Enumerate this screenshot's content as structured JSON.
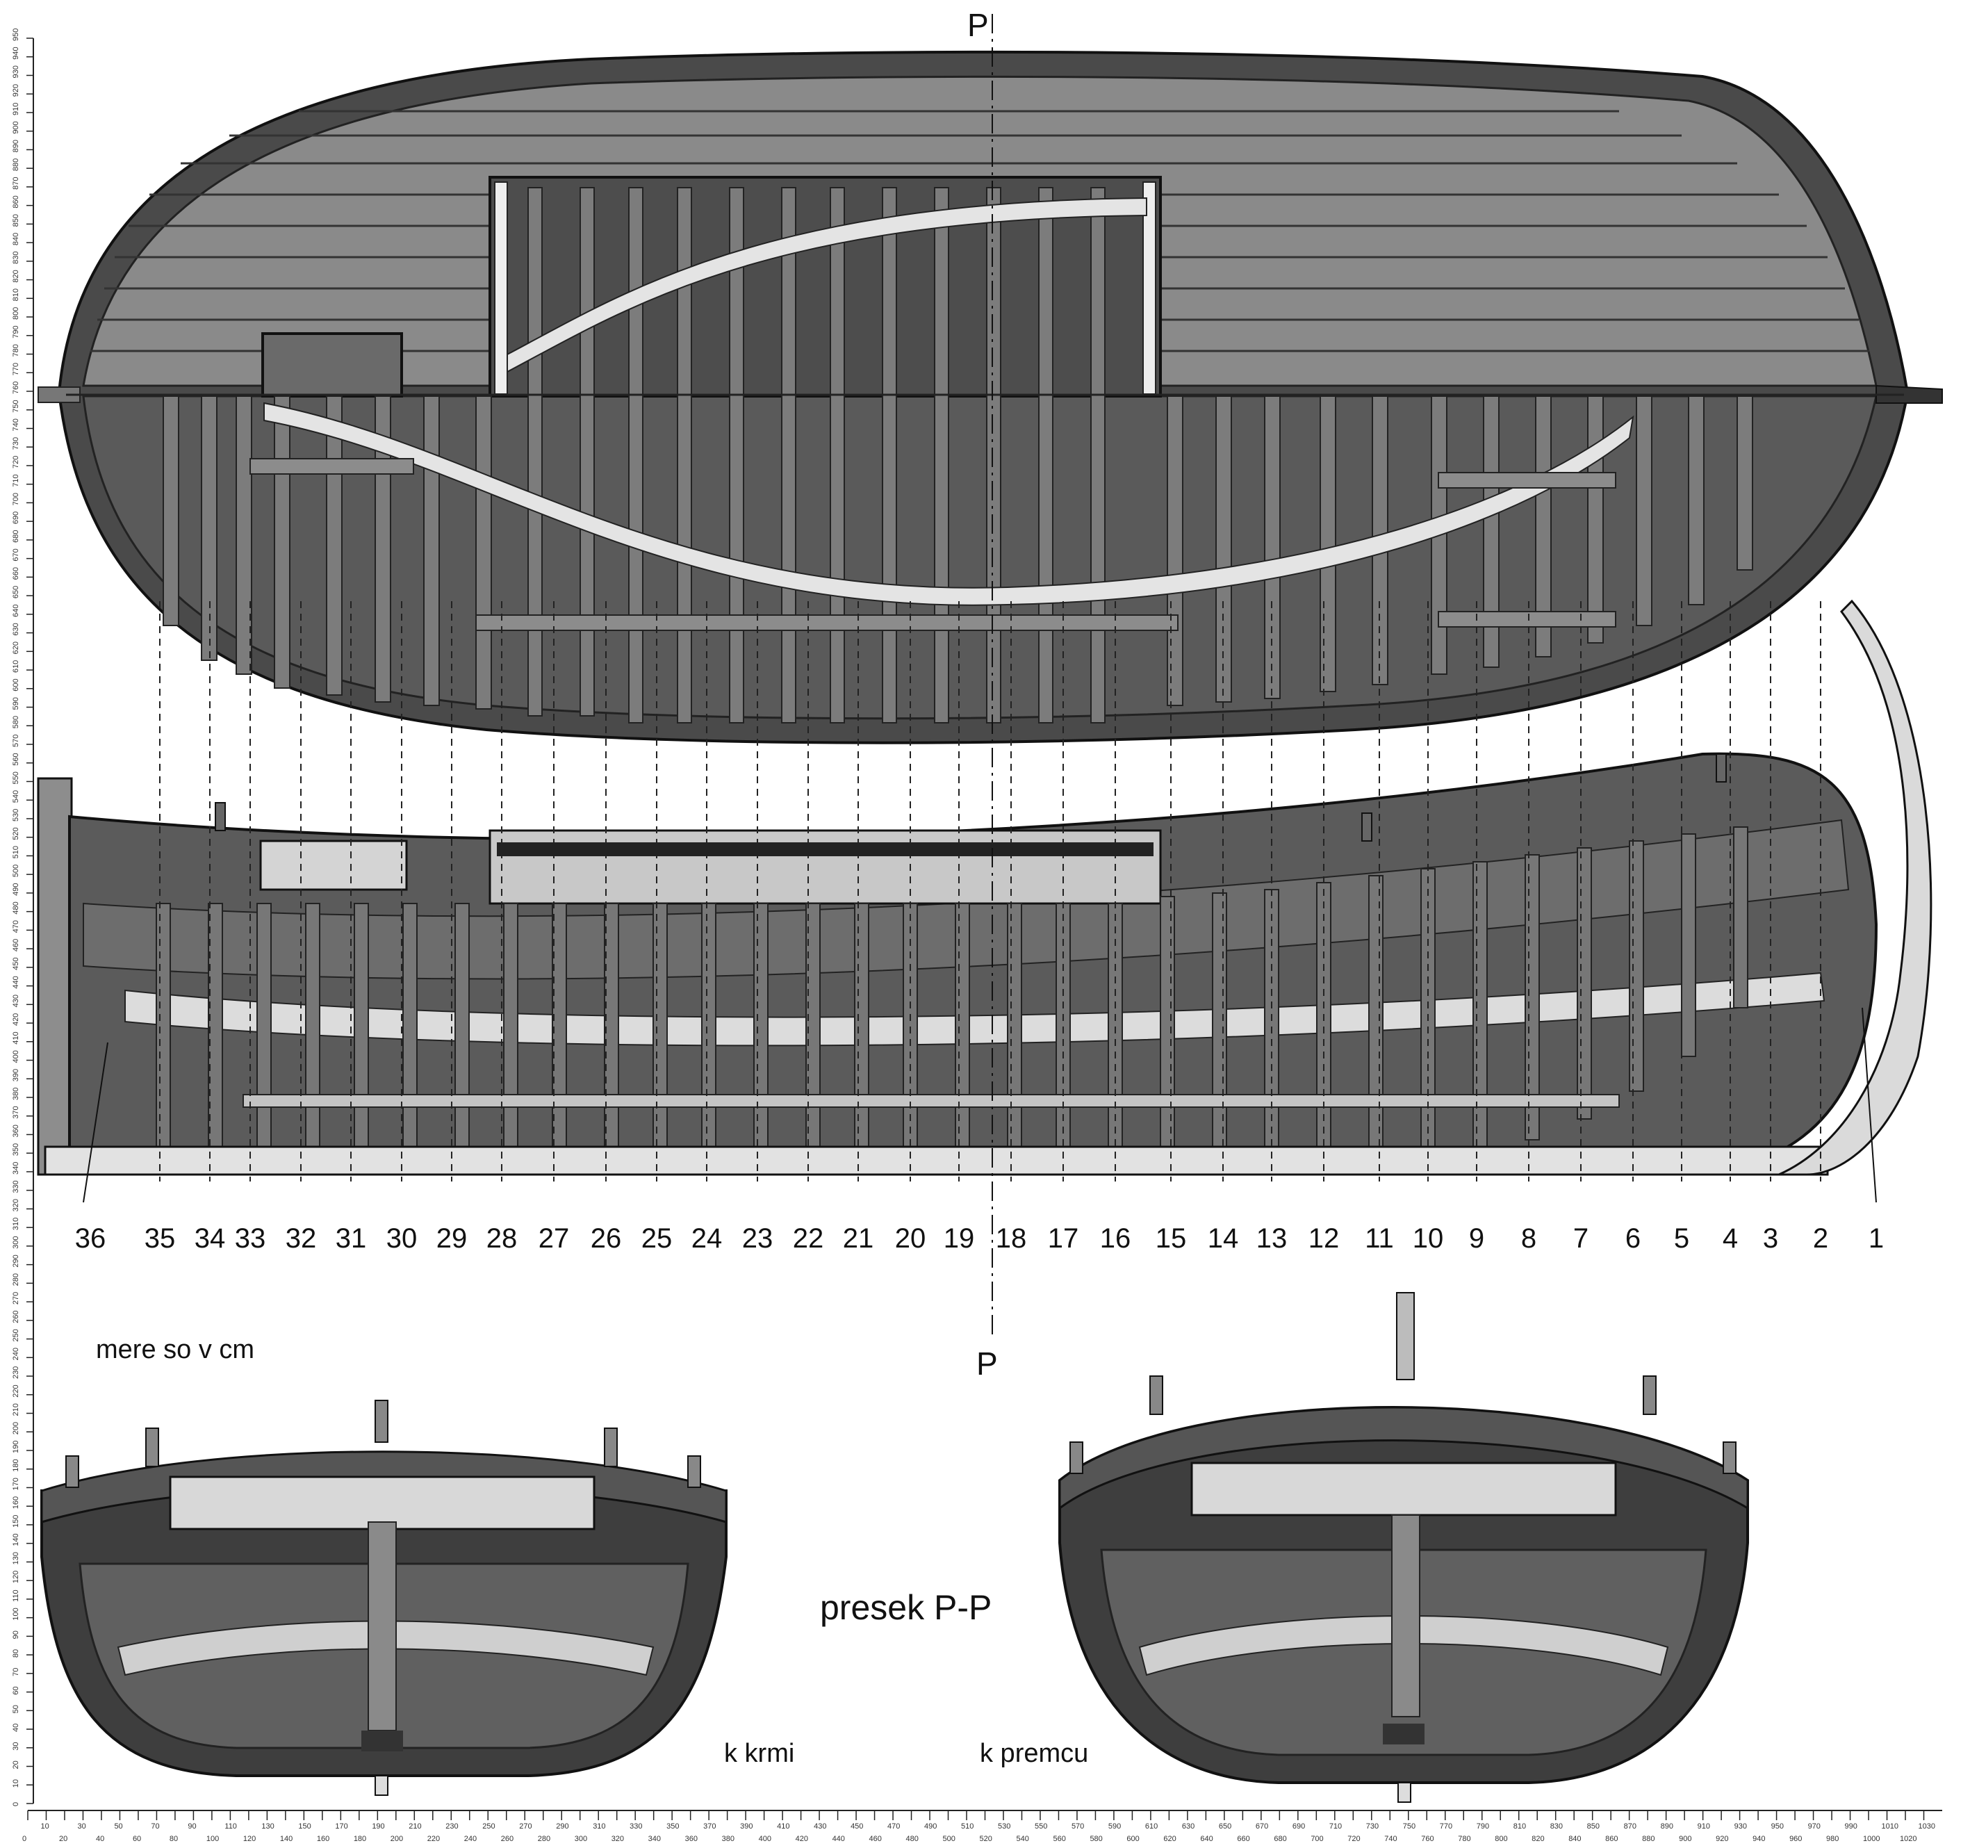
{
  "section_marker_top": "P",
  "section_marker_mid": "P",
  "units_note": "mere so v cm",
  "section_title": "presek P-P",
  "stern_view_label": "k krmi",
  "bow_view_label": "k premcu",
  "frame_numbers": [
    "36",
    "35",
    "34",
    "33",
    "32",
    "31",
    "30",
    "29",
    "28",
    "27",
    "26",
    "25",
    "24",
    "23",
    "22",
    "21",
    "20",
    "19",
    "18",
    "17",
    "16",
    "15",
    "14",
    "13",
    "12",
    "11",
    "10",
    "9",
    "8",
    "7",
    "6",
    "5",
    "4",
    "3",
    "2",
    "1"
  ],
  "ruler_bottom": {
    "min": 0,
    "max": 1030,
    "label_step": 10
  },
  "ruler_left": {
    "min": 0,
    "max": 950,
    "label_step": 10
  },
  "colors": {
    "hull_dark": "#3a3a3a",
    "hull_mid": "#6f6f6f",
    "deck": "#8a8a8a",
    "timber_light": "#d8d8d8",
    "frame": "#7c7c7c",
    "interior": "#4d4d4d"
  }
}
